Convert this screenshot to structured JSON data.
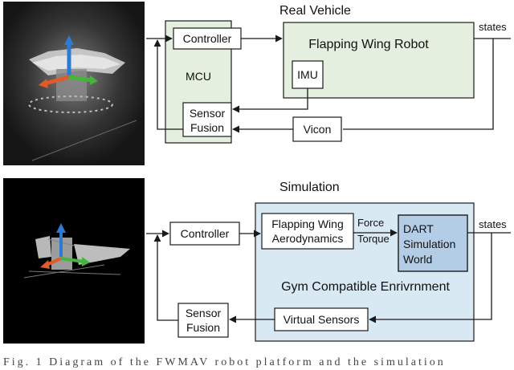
{
  "real": {
    "title": "Real Vehicle",
    "controller": "Controller",
    "robot": "Flapping Wing Robot",
    "mcu": "MCU",
    "imu": "IMU",
    "fusion_line1": "Sensor",
    "fusion_line2": "Fusion",
    "vicon": "Vicon",
    "states": "states"
  },
  "sim": {
    "title": "Simulation",
    "controller": "Controller",
    "aero_line1": "Flapping Wing",
    "aero_line2": "Aerodynamics",
    "force": "Force",
    "torque": "Torque",
    "dart_line1": "DART",
    "dart_line2": "Simulation",
    "dart_line3": "World",
    "gym": "Gym Compatible Enrivrnment",
    "virtual_sensors": "Virtual Sensors",
    "fusion_line1": "Sensor",
    "fusion_line2": "Fusion",
    "states": "states"
  },
  "caption": "Fig. 1    Diagram of the FWMAV robot platform and the simulation",
  "colors": {
    "mcu_fill": "#e4efdf",
    "gym_fill": "#d9e9f4",
    "dart_fill": "#b4cde6",
    "line": "#1a1a1a"
  }
}
